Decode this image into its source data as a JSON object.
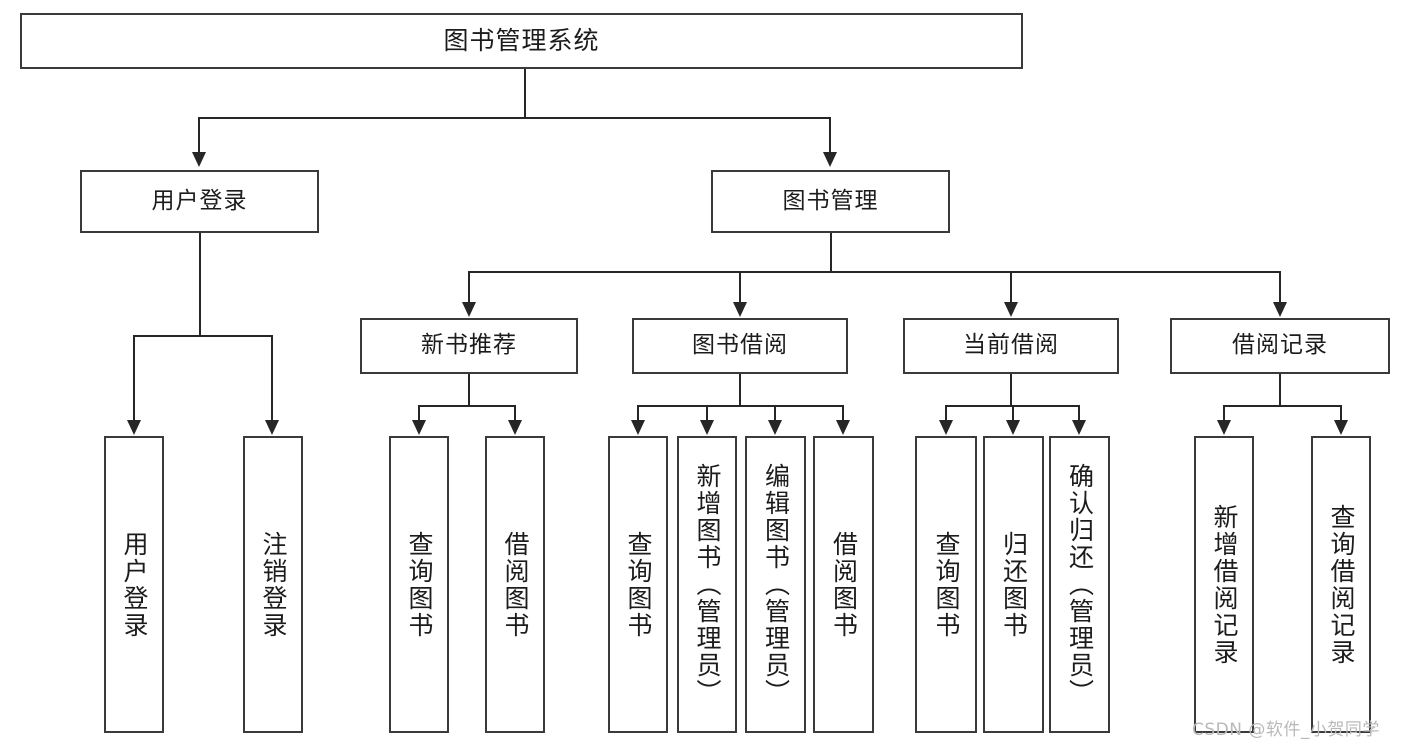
{
  "diagram": {
    "type": "tree-hierarchy-flowchart",
    "title": "图书管理系统",
    "watermark": "CSDN @软件_小贺同学",
    "colors": {
      "box_border": "#3a3a3a",
      "connector": "#262626",
      "background": "#ffffff",
      "text": "#1c1c1c",
      "watermark": "#b9b9b9"
    },
    "levels": {
      "level1": [
        "图书管理系统"
      ],
      "level2": [
        "用户登录",
        "图书管理"
      ],
      "level3": [
        "新书推荐",
        "图书借阅",
        "当前借阅",
        "借阅记录"
      ],
      "level4": [
        "用户登录",
        "注销登录",
        "查询图书",
        "借阅图书",
        "查询图书",
        "新增图书（管理员）",
        "编辑图书（管理员）",
        "借阅图书",
        "查询图书",
        "归还图书",
        "确认归还（管理员）",
        "新增借阅记录",
        "查询借阅记录"
      ]
    },
    "nodes": {
      "root": {
        "label": "图书管理系统"
      },
      "user_login": {
        "label": "用户登录"
      },
      "book_mgmt": {
        "label": "图书管理"
      },
      "new_book_rec": {
        "label": "新书推荐"
      },
      "book_borrow": {
        "label": "图书借阅"
      },
      "current_borrow": {
        "label": "当前借阅"
      },
      "borrow_record": {
        "label": "借阅记录"
      },
      "leaf_user_login": {
        "label": "用户登录"
      },
      "leaf_logout": {
        "label": "注销登录"
      },
      "leaf_query_book_a": {
        "label": "查询图书"
      },
      "leaf_borrow_book_a": {
        "label": "借阅图书"
      },
      "leaf_query_book_b": {
        "label": "查询图书"
      },
      "leaf_add_book": {
        "label": "新增图书（管理员）"
      },
      "leaf_edit_book": {
        "label": "编辑图书（管理员）"
      },
      "leaf_borrow_book_b": {
        "label": "借阅图书"
      },
      "leaf_query_book_c": {
        "label": "查询图书"
      },
      "leaf_return_book": {
        "label": "归还图书"
      },
      "leaf_confirm_return": {
        "label": "确认归还（管理员）"
      },
      "leaf_add_record": {
        "label": "新增借阅记录"
      },
      "leaf_query_record": {
        "label": "查询借阅记录"
      }
    },
    "edges": [
      {
        "from": "图书管理系统",
        "to": "用户登录"
      },
      {
        "from": "图书管理系统",
        "to": "图书管理"
      },
      {
        "from": "用户登录",
        "to": "用户登录"
      },
      {
        "from": "用户登录",
        "to": "注销登录"
      },
      {
        "from": "图书管理",
        "to": "新书推荐"
      },
      {
        "from": "图书管理",
        "to": "图书借阅"
      },
      {
        "from": "图书管理",
        "to": "当前借阅"
      },
      {
        "from": "图书管理",
        "to": "借阅记录"
      },
      {
        "from": "新书推荐",
        "to": "查询图书"
      },
      {
        "from": "新书推荐",
        "to": "借阅图书"
      },
      {
        "from": "图书借阅",
        "to": "查询图书"
      },
      {
        "from": "图书借阅",
        "to": "新增图书（管理员）"
      },
      {
        "from": "图书借阅",
        "to": "编辑图书（管理员）"
      },
      {
        "from": "图书借阅",
        "to": "借阅图书"
      },
      {
        "from": "当前借阅",
        "to": "查询图书"
      },
      {
        "from": "当前借阅",
        "to": "归还图书"
      },
      {
        "from": "当前借阅",
        "to": "确认归还（管理员）"
      },
      {
        "from": "借阅记录",
        "to": "新增借阅记录"
      },
      {
        "from": "借阅记录",
        "to": "查询借阅记录"
      }
    ]
  }
}
